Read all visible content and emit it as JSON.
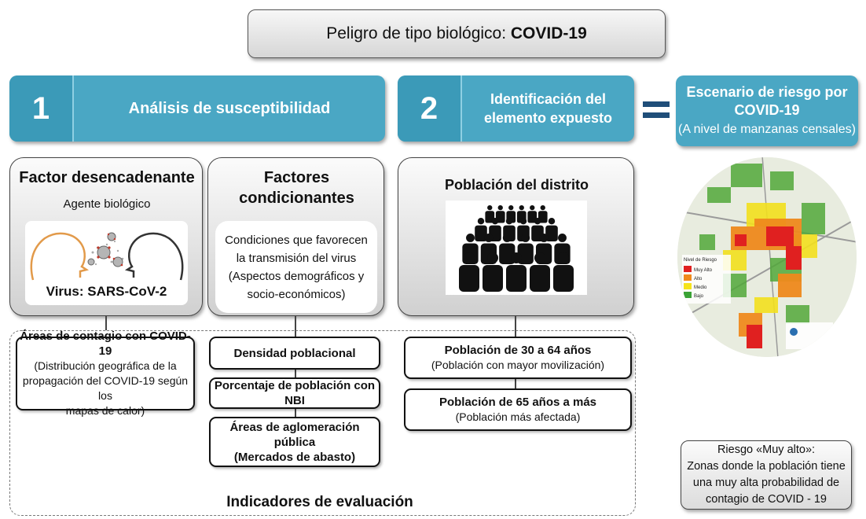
{
  "title": {
    "prefix": "Peligro de tipo biológico: ",
    "bold": "COVID-19"
  },
  "step1": {
    "number": "1",
    "label": "Análisis de susceptibilidad"
  },
  "step2": {
    "number": "2",
    "label_line1": "Identificación del",
    "label_line2": "elemento expuesto"
  },
  "scenario": {
    "line1": "Escenario de riesgo por",
    "line2": "COVID-19",
    "line3": "(A nivel de manzanas censales)"
  },
  "trigger": {
    "title": "Factor desencadenante",
    "subtitle": "Agente biológico",
    "virus_label": "Virus: SARS-CoV-2"
  },
  "conditioning": {
    "title_line1": "Factores",
    "title_line2": "condicionantes",
    "text_lines": [
      "Condiciones que favorecen",
      "la transmisión del virus",
      "(Aspectos demográficos y",
      "socio-económicos)"
    ]
  },
  "population": {
    "title": "Población del distrito"
  },
  "indicators": {
    "contagion": {
      "title": "Áreas de contagio con COVID-19",
      "lines": [
        "(Distribución geográfica de la",
        "propagación del COVID-19 según los",
        "mapas de calor)"
      ]
    },
    "density": "Densidad poblacional",
    "nbi": "Porcentaje de población con NBI",
    "crowding_line1": "Áreas de aglomeración pública",
    "crowding_line2": "(Mercados de abasto)",
    "pop30": {
      "title": "Población de 30 a 64 años",
      "sub": "(Población con mayor movilización)"
    },
    "pop65": {
      "title": "Población de 65 años a más",
      "sub": "(Población más afectada)"
    },
    "label": "Indicadores de evaluación"
  },
  "map_legend": {
    "title": "Nivel de Riesgo",
    "items": [
      {
        "label": "Muy Alto",
        "color": "#e02020"
      },
      {
        "label": "Alto",
        "color": "#f08a1c"
      },
      {
        "label": "Medio",
        "color": "#f5e31a"
      },
      {
        "label": "Bajo",
        "color": "#3aa335"
      }
    ]
  },
  "risk_note": {
    "lines": [
      "Riesgo «Muy alto»:",
      "Zonas donde la población tiene",
      "una muy alta probabilidad de",
      "contagio de COVID - 19"
    ]
  },
  "colors": {
    "step_blue": "#4aa7c4",
    "equals_navy": "#1f4e79"
  }
}
